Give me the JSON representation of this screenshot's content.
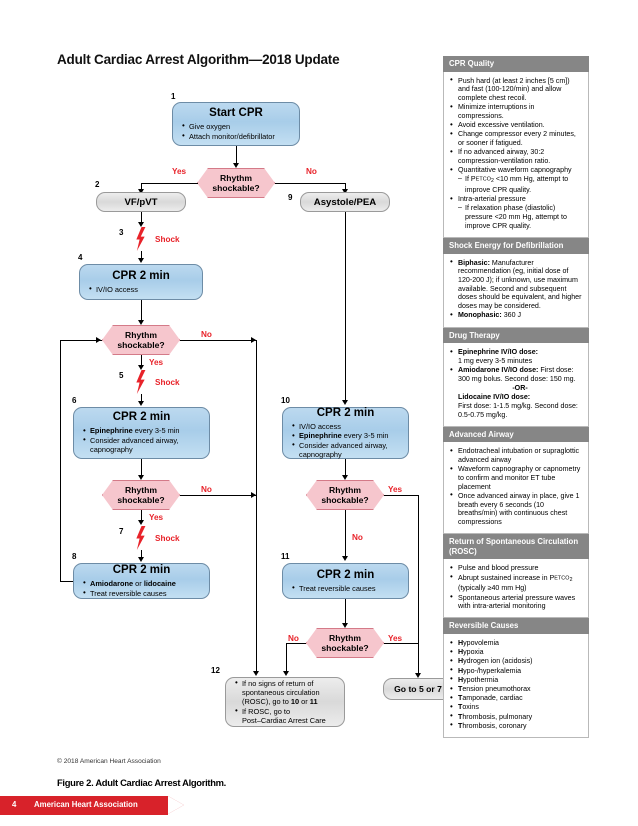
{
  "title": "Adult Cardiac Arrest Algorithm—2018 Update",
  "nodes": {
    "n1": {
      "num": "1",
      "head": "Start CPR",
      "items": [
        "Give oxygen",
        "Attach monitor/defibrillator"
      ]
    },
    "n2": {
      "num": "2",
      "head": "VF/pVT"
    },
    "n9": {
      "num": "9",
      "head": "Asystole/PEA"
    },
    "n4": {
      "num": "4",
      "head": "CPR 2 min",
      "items": [
        "IV/IO access"
      ]
    },
    "n6": {
      "num": "6",
      "head": "CPR 2 min",
      "items": [
        "Epinephrine every 3-5 min",
        "Consider advanced airway, capnography"
      ]
    },
    "n8": {
      "num": "8",
      "head": "CPR 2 min",
      "items": [
        "Amiodarone or lidocaine",
        "Treat reversible causes"
      ]
    },
    "n10": {
      "num": "10",
      "head": "CPR 2 min",
      "items": [
        "IV/IO access",
        "Epinephrine every 3-5 min",
        "Consider advanced airway, capnography"
      ]
    },
    "n11": {
      "num": "11",
      "head": "CPR 2 min",
      "items": [
        "Treat reversible causes"
      ]
    },
    "n12": {
      "num": "12",
      "items": [
        "If no signs of return of spontaneous circulation (ROSC), go to 10 or 11",
        "If ROSC, go to Post–Cardiac Arrest Care"
      ]
    },
    "goto": {
      "label": "Go to 5 or 7"
    }
  },
  "decisions": {
    "d1": {
      "l1": "Rhythm",
      "l2": "shockable?"
    },
    "d2": {
      "l1": "Rhythm",
      "l2": "shockable?"
    },
    "d3": {
      "l1": "Rhythm",
      "l2": "shockable?"
    },
    "d4": {
      "l1": "Rhythm",
      "l2": "shockable?"
    },
    "d5": {
      "l1": "Rhythm",
      "l2": "shockable?"
    }
  },
  "shocks": {
    "s3": {
      "num": "3",
      "label": "Shock"
    },
    "s5": {
      "num": "5",
      "label": "Shock"
    },
    "s7": {
      "num": "7",
      "label": "Shock"
    }
  },
  "branch_labels": {
    "yes1": "Yes",
    "no1": "No",
    "no2": "No",
    "yes2": "Yes",
    "no3": "No",
    "yes3": "Yes",
    "yes4": "Yes",
    "no4": "No",
    "no5": "No",
    "yes5": "Yes"
  },
  "sidebar": [
    {
      "title": "CPR Quality",
      "items": [
        {
          "text": "Push hard (at least 2 inches [5 cm]) and fast (100-120/min) and allow complete chest recoil."
        },
        {
          "text": "Minimize interruptions in compressions."
        },
        {
          "text": "Avoid excessive ventilation."
        },
        {
          "text": "Change compressor every 2 minutes, or sooner if fatigued."
        },
        {
          "text": "If no advanced airway, 30:2 compression-ventilation ratio."
        },
        {
          "text": "Quantitative waveform capnography"
        },
        {
          "sub": true,
          "text": "If PETCO2 <10 mm Hg, attempt to improve CPR quality."
        },
        {
          "text": "Intra-arterial pressure"
        },
        {
          "sub": true,
          "text": "If relaxation phase (diastolic) pressure <20 mm Hg, attempt to improve CPR quality."
        }
      ]
    },
    {
      "title": "Shock Energy for Defibrillation",
      "items": [
        {
          "bold": "Biphasic:",
          "text": " Manufacturer recommendation (eg, initial dose of 120-200 J); if unknown, use maximum available. Second and subsequent doses should be equivalent, and higher doses may be considered."
        },
        {
          "bold": "Monophasic:",
          "text": " 360 J"
        }
      ]
    },
    {
      "title": "Drug Therapy",
      "items": [
        {
          "bold": "Epinephrine IV/IO dose:",
          "text": " 1 mg every 3-5 minutes"
        },
        {
          "bold": "Amiodarone IV/IO dose:",
          "text": " First dose: 300 mg bolus. Second dose: 150 mg."
        },
        {
          "or": "-OR-"
        },
        {
          "nobullet": true,
          "bold": "Lidocaine IV/IO dose:",
          "text": " First dose: 1-1.5 mg/kg. Second dose: 0.5-0.75 mg/kg."
        }
      ]
    },
    {
      "title": "Advanced Airway",
      "items": [
        {
          "text": "Endotracheal intubation or supraglottic advanced airway"
        },
        {
          "text": "Waveform capnography or capnometry to confirm and monitor ET tube placement"
        },
        {
          "text": "Once advanced airway in place, give 1 breath every 6 seconds (10 breaths/min) with continuous chest compressions"
        }
      ]
    },
    {
      "title": "Return of Spontaneous Circulation (ROSC)",
      "items": [
        {
          "text": "Pulse and blood pressure"
        },
        {
          "text": "Abrupt sustained increase in PETCO2 (typically ≥40 mm Hg)"
        },
        {
          "text": "Spontaneous arterial pressure waves with intra-arterial monitoring"
        }
      ]
    },
    {
      "title": "Reversible Causes",
      "items": [
        {
          "bold": "H",
          "text": "ypovolemia"
        },
        {
          "bold": "H",
          "text": "ypoxia"
        },
        {
          "bold": "H",
          "text": "ydrogen ion (acidosis)"
        },
        {
          "bold": "H",
          "text": "ypo-/hyperkalemia"
        },
        {
          "bold": "H",
          "text": "ypothermia"
        },
        {
          "bold": "T",
          "text": "ension pneumothorax"
        },
        {
          "bold": "T",
          "text": "amponade, cardiac"
        },
        {
          "bold": "T",
          "text": "oxins"
        },
        {
          "bold": "T",
          "text": "hrombosis, pulmonary"
        },
        {
          "bold": "T",
          "text": "hrombosis, coronary"
        }
      ]
    }
  ],
  "footer": {
    "copyright": "© 2018 American Heart Association",
    "figure_caption": "Figure 2. Adult Cardiac Arrest Algorithm.",
    "page_number": "4",
    "banner_text": "American Heart Association"
  }
}
